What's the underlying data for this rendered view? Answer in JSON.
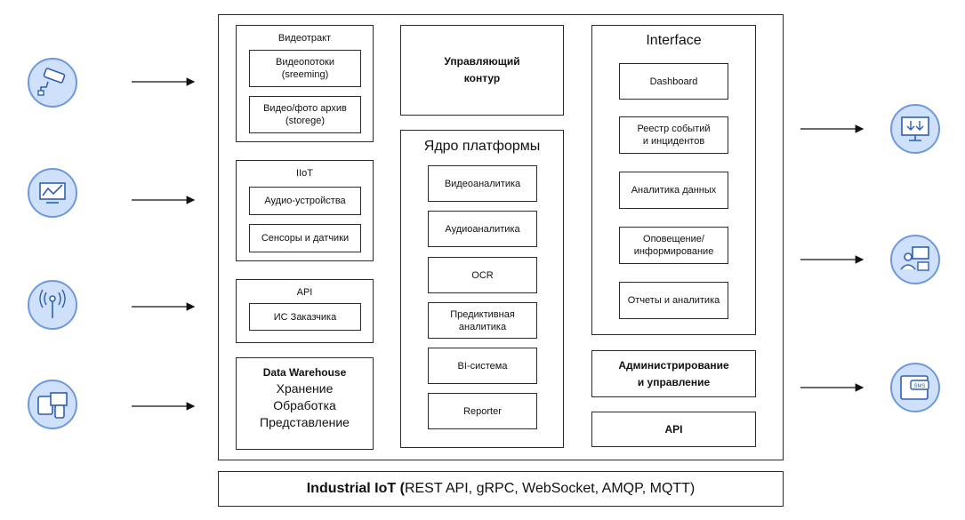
{
  "colors": {
    "icon_fill": "#cfe0fa",
    "icon_stroke": "#6f99dd",
    "line": "#2b2b2b"
  },
  "left_icons": [
    "cctv-camera-icon",
    "monitor-chart-icon",
    "antenna-icon",
    "devices-icon"
  ],
  "right_icons": [
    "monitor-download-icon",
    "user-computer-icon",
    "sms-tablet-icon"
  ],
  "videotrakt": {
    "title": "Видеотракт",
    "items": [
      "Видеопотоки\n(sreeming)",
      "Видео/фото архив\n(storege)"
    ]
  },
  "iiot": {
    "title": "IIoT",
    "items": [
      "Аудио-устройства",
      "Сенсоры и датчики"
    ]
  },
  "api_left": {
    "title": "API",
    "items": [
      "ИС Заказчика"
    ]
  },
  "data_warehouse": {
    "title": "Data Warehouse",
    "lines": [
      "Хранение",
      "Обработка",
      "Представление"
    ]
  },
  "control": {
    "label": "Управляющий\nконтур"
  },
  "core": {
    "title": "Ядро платформы",
    "items": [
      "Видеоаналитика",
      "Аудиоаналитика",
      "OCR",
      "Предиктивная\nаналитика",
      "BI-система",
      "Reporter"
    ]
  },
  "interface": {
    "title": "Interface",
    "items": [
      "Dashboard",
      "Реестр событий\nи инцидентов",
      "Аналитика данных",
      "Оповещение/\nинформирование",
      "Отчеты и аналитика"
    ]
  },
  "admin": {
    "label": "Администрирование\nи управление"
  },
  "api_right": {
    "label": "API"
  },
  "footer": {
    "bold": "Industrial IoT (",
    "rest": "REST API, gRPC, WebSocket, AMQP, MQTT)"
  }
}
